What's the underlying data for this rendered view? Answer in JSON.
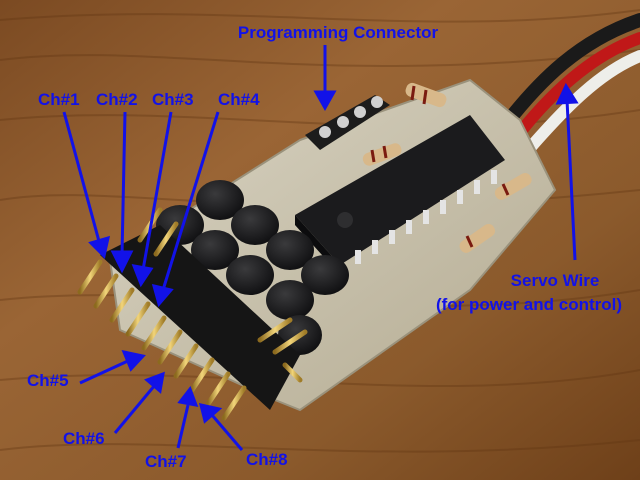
{
  "labels": {
    "programming_connector": "Programming Connector",
    "ch1": "Ch#1",
    "ch2": "Ch#2",
    "ch3": "Ch#3",
    "ch4": "Ch#4",
    "ch5": "Ch#5",
    "ch6": "Ch#6",
    "ch7": "Ch#7",
    "ch8": "Ch#8",
    "servo_wire_line1": "Servo Wire",
    "servo_wire_line2": "(for power and control)"
  },
  "colors": {
    "label_blue": "#1212e8",
    "wood": "#8a5a2e",
    "pcb": "#c9c2ad",
    "chip": "#1b1b1d",
    "pin_gold": "#d7b14a"
  }
}
